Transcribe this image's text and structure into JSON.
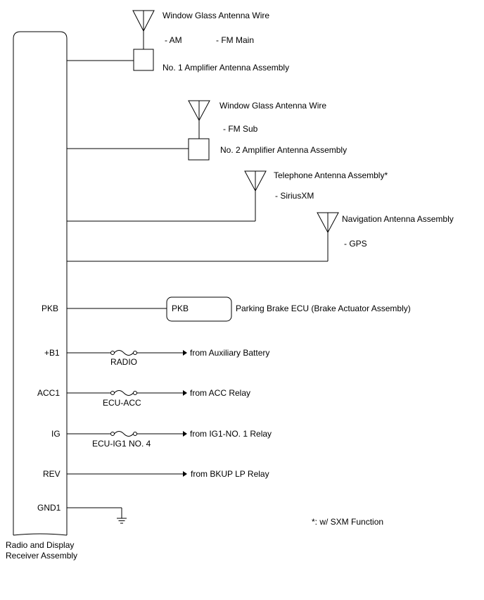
{
  "receiver": {
    "label_line1": "Radio and Display",
    "label_line2": "Receiver Assembly"
  },
  "antennas": {
    "window_wire_1": "Window Glass Antenna Wire",
    "am": "- AM",
    "fm_main": "- FM Main",
    "amp1": "No. 1 Amplifier Antenna Assembly",
    "window_wire_2": "Window Glass Antenna Wire",
    "fm_sub": "- FM Sub",
    "amp2": "No. 2 Amplifier Antenna Assembly",
    "telephone": "Telephone Antenna Assembly*",
    "siriusxm": "- SiriusXM",
    "navigation": "Navigation Antenna Assembly",
    "gps": "- GPS"
  },
  "terminals": {
    "pkb": "PKB",
    "b1": "+B1",
    "acc1": "ACC1",
    "ig": "IG",
    "rev": "REV",
    "gnd1": "GND1"
  },
  "parking_brake": {
    "box_label": "PKB",
    "ecu": "Parking Brake ECU (Brake Actuator Assembly)"
  },
  "fuses": {
    "radio": "RADIO",
    "ecu_acc": "ECU-ACC",
    "ecu_ig1": "ECU-IG1 NO. 4"
  },
  "sources": {
    "aux_battery": "from Auxiliary Battery",
    "acc_relay": "from ACC Relay",
    "ig1_relay": "from IG1-NO. 1 Relay",
    "bkup_relay": "from BKUP LP Relay"
  },
  "footnote": "*: w/ SXM Function"
}
